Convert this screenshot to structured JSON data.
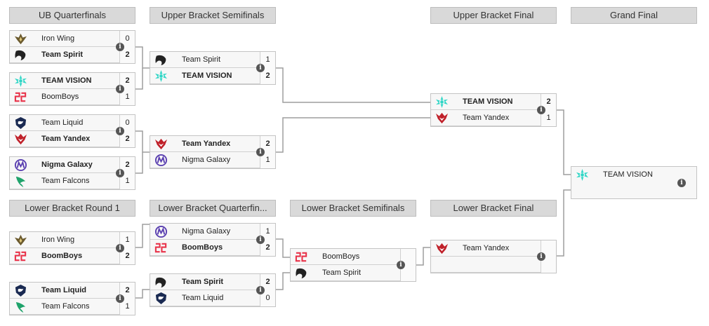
{
  "headers": {
    "ub_quarterfinals": "UB Quarterfinals",
    "ub_semifinals": "Upper Bracket Semifinals",
    "ub_final": "Upper Bracket Final",
    "grand_final": "Grand Final",
    "lb_round1": "Lower Bracket Round 1",
    "lb_quarterfinals": "Lower Bracket Quarterfin...",
    "lb_semifinals": "Lower Bracket Semifinals",
    "lb_final": "Lower Bracket Final"
  },
  "info_glyph": "i",
  "colors": {
    "vision": "#2fd6c6",
    "boomboys": "#e8334a",
    "nigma": "#5a3fb0",
    "falcons": "#1fa36b",
    "liquid": "#1a2a52",
    "spirit": "#222222",
    "yandex": "#c0212a",
    "ironwing": "#6b5a2e"
  },
  "matches": {
    "ubqf1": {
      "t1": {
        "name": "Iron Wing",
        "score": "0",
        "logo": "iron-wing-logo"
      },
      "t2": {
        "name": "Team Spirit",
        "score": "2",
        "logo": "team-spirit-logo"
      }
    },
    "ubqf2": {
      "t1": {
        "name": "TEAM VISION",
        "score": "2",
        "logo": "team-vision-logo"
      },
      "t2": {
        "name": "BoomBoys",
        "score": "1",
        "logo": "boomboys-logo"
      }
    },
    "ubqf3": {
      "t1": {
        "name": "Team Liquid",
        "score": "0",
        "logo": "team-liquid-logo"
      },
      "t2": {
        "name": "Team Yandex",
        "score": "2",
        "logo": "team-yandex-logo"
      }
    },
    "ubqf4": {
      "t1": {
        "name": "Nigma Galaxy",
        "score": "2",
        "logo": "nigma-galaxy-logo"
      },
      "t2": {
        "name": "Team Falcons",
        "score": "1",
        "logo": "team-falcons-logo"
      }
    },
    "ubsf1": {
      "t1": {
        "name": "Team Spirit",
        "score": "1",
        "logo": "team-spirit-logo"
      },
      "t2": {
        "name": "TEAM VISION",
        "score": "2",
        "logo": "team-vision-logo"
      }
    },
    "ubsf2": {
      "t1": {
        "name": "Team Yandex",
        "score": "2",
        "logo": "team-yandex-logo"
      },
      "t2": {
        "name": "Nigma Galaxy",
        "score": "1",
        "logo": "nigma-galaxy-logo"
      }
    },
    "ubf": {
      "t1": {
        "name": "TEAM VISION",
        "score": "2",
        "logo": "team-vision-logo"
      },
      "t2": {
        "name": "Team Yandex",
        "score": "1",
        "logo": "team-yandex-logo"
      }
    },
    "lbr1a": {
      "t1": {
        "name": "Iron Wing",
        "score": "1",
        "logo": "iron-wing-logo"
      },
      "t2": {
        "name": "BoomBoys",
        "score": "2",
        "logo": "boomboys-logo"
      }
    },
    "lbr1b": {
      "t1": {
        "name": "Team Liquid",
        "score": "2",
        "logo": "team-liquid-logo"
      },
      "t2": {
        "name": "Team Falcons",
        "score": "1",
        "logo": "team-falcons-logo"
      }
    },
    "lbqf1": {
      "t1": {
        "name": "Nigma Galaxy",
        "score": "1",
        "logo": "nigma-galaxy-logo"
      },
      "t2": {
        "name": "BoomBoys",
        "score": "2",
        "logo": "boomboys-logo"
      }
    },
    "lbqf2": {
      "t1": {
        "name": "Team Spirit",
        "score": "2",
        "logo": "team-spirit-logo"
      },
      "t2": {
        "name": "Team Liquid",
        "score": "0",
        "logo": "team-liquid-logo"
      }
    },
    "lbsf": {
      "t1": {
        "name": "BoomBoys",
        "score": "",
        "logo": "boomboys-logo"
      },
      "t2": {
        "name": "Team Spirit",
        "score": "",
        "logo": "team-spirit-logo"
      }
    },
    "lbf": {
      "t1": {
        "name": "Team Yandex",
        "score": "",
        "logo": "team-yandex-logo"
      },
      "t2": {
        "name": "",
        "score": "",
        "logo": ""
      }
    },
    "gf": {
      "t1": {
        "name": "TEAM VISION",
        "score": "",
        "logo": "team-vision-logo"
      }
    }
  }
}
